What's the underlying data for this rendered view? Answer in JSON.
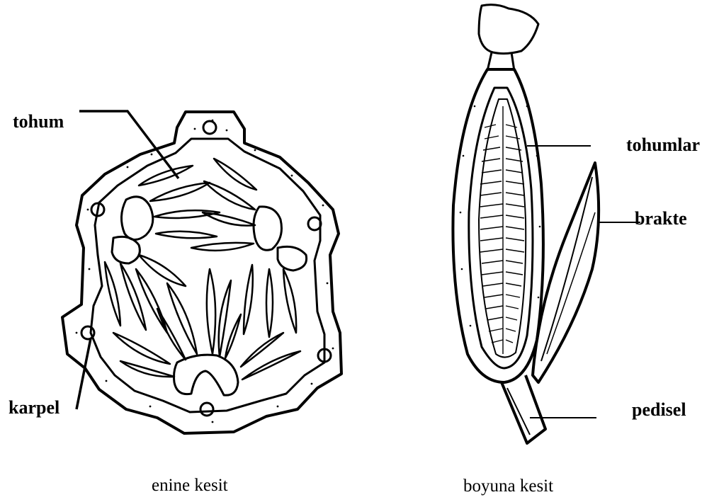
{
  "cross_section": {
    "caption": "enine kesit",
    "labels": {
      "seed": "tohum",
      "carpel": "karpel"
    }
  },
  "longitudinal_section": {
    "caption": "boyuna kesit",
    "labels": {
      "seeds": "tohumlar",
      "bract": "brakte",
      "pedicel": "pedisel"
    }
  }
}
